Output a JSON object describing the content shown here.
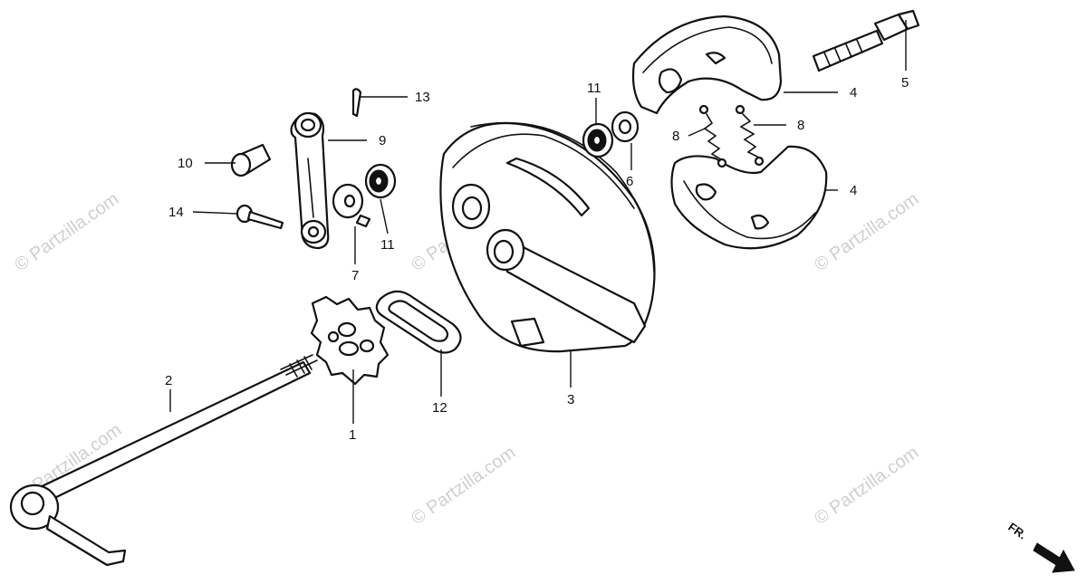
{
  "watermark": "© Partzilla.com",
  "direction_label": "FR.",
  "callouts": {
    "c1": "1",
    "c2": "2",
    "c3": "3",
    "c4a": "4",
    "c4b": "4",
    "c5": "5",
    "c6": "6",
    "c7": "7",
    "c8a": "8",
    "c8b": "8",
    "c9": "9",
    "c10": "10",
    "c11a": "11",
    "c11b": "11",
    "c12": "12",
    "c13": "13",
    "c14": "14"
  }
}
